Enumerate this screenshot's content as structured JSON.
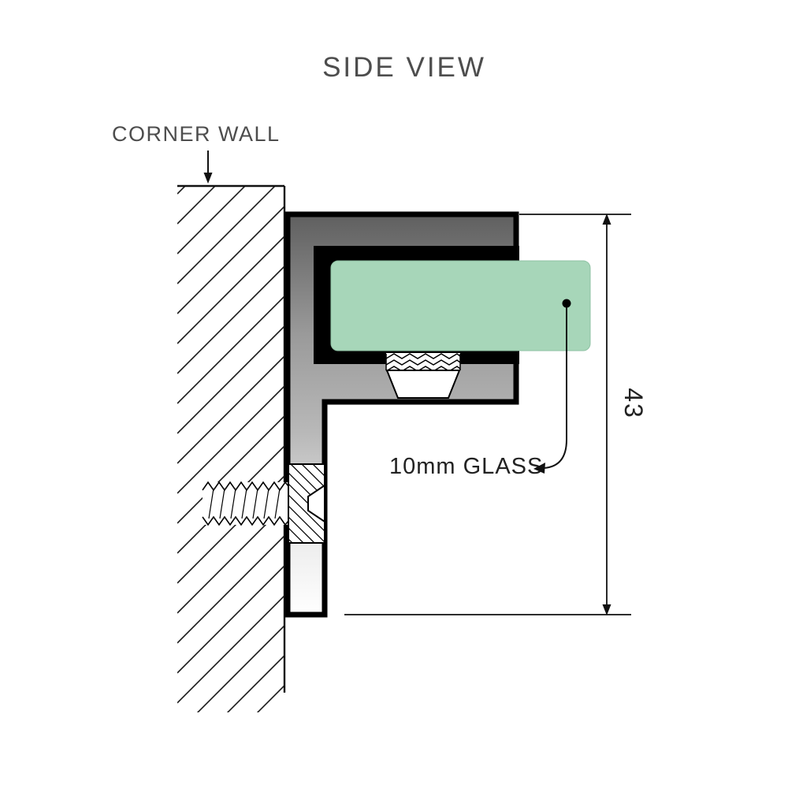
{
  "diagram": {
    "title": "SIDE VIEW",
    "wall_label": "CORNER WALL",
    "glass_label": "10mm GLASS",
    "dimension": {
      "value": "43"
    },
    "colors": {
      "glass": "#a7d6b9",
      "glass_edge": "#8fc2a4",
      "bracket_dark": "#5f5f5f",
      "bracket_mid": "#b9b9b9",
      "bracket_light": "#ffffff",
      "line": "#111111",
      "text": "#4d4d4d"
    }
  }
}
